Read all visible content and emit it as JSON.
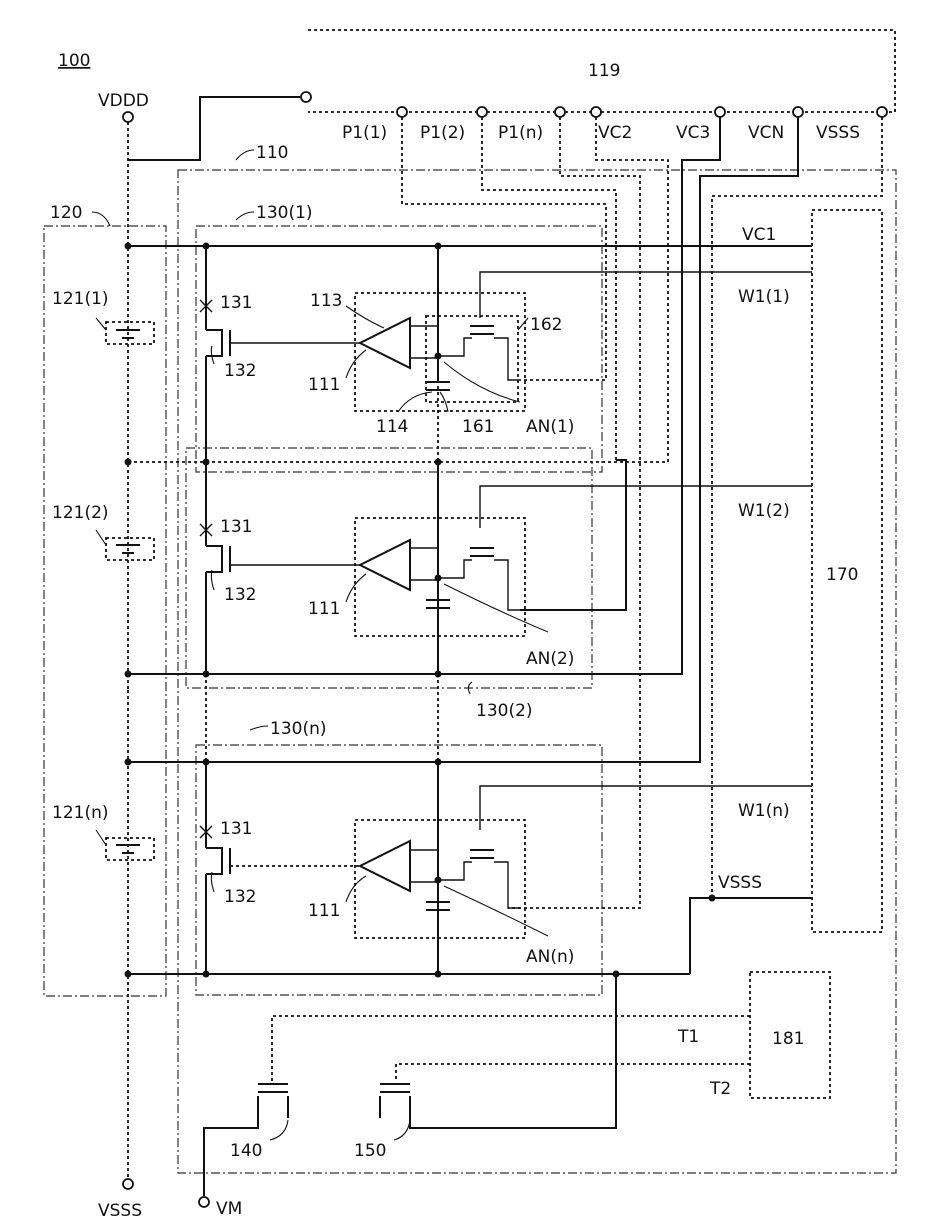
{
  "labels": {
    "fig_ref": "100",
    "vddd": "VDDD",
    "vsss_bottom": "VSSS",
    "vm": "VM",
    "block_119": "119",
    "p1_1": "P1(1)",
    "p1_2": "P1(2)",
    "p1_n": "P1(n)",
    "vc2": "VC2",
    "vc3": "VC3",
    "vcn": "VCN",
    "vsss_top": "VSSS",
    "ref_110": "110",
    "ref_120": "120",
    "ref_130_1": "130(1)",
    "ref_130_2": "130(2)",
    "ref_130_n": "130(n)",
    "ref_121_1": "121(1)",
    "ref_121_2": "121(2)",
    "ref_121_n": "121(n)",
    "vc1": "VC1",
    "w1_1": "W1(1)",
    "w1_2": "W1(2)",
    "w1_n": "W1(n)",
    "block_170": "170",
    "vsss_mid": "VSSS",
    "ref_131_a": "131",
    "ref_131_b": "131",
    "ref_131_c": "131",
    "ref_132_a": "132",
    "ref_132_b": "132",
    "ref_132_c": "132",
    "ref_111_a": "111",
    "ref_111_b": "111",
    "ref_111_c": "111",
    "ref_113": "113",
    "ref_162": "162",
    "ref_114": "114",
    "ref_161": "161",
    "an_1": "AN(1)",
    "an_2": "AN(2)",
    "an_n": "AN(n)",
    "block_181": "181",
    "t1": "T1",
    "t2": "T2",
    "ref_140": "140",
    "ref_150": "150"
  }
}
